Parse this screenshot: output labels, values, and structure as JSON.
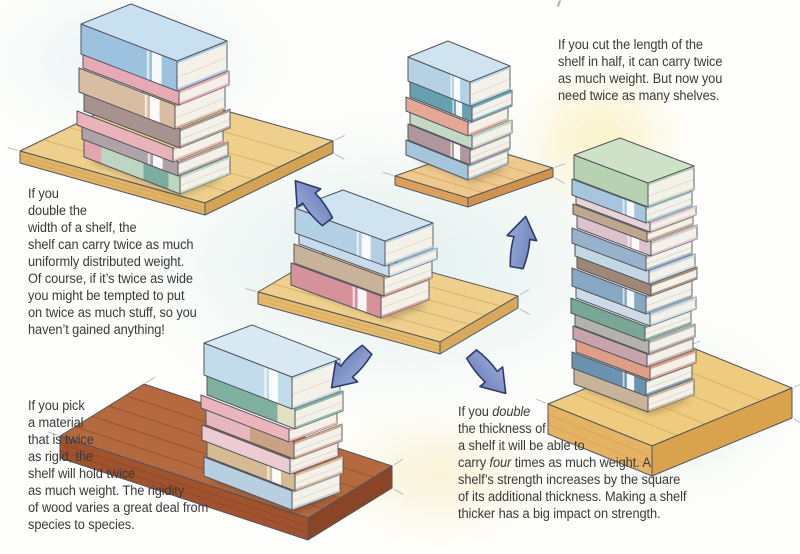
{
  "palette": {
    "pages": "#f4f1e9",
    "outline": "#53565e",
    "arrow_fill": "#6f83bd",
    "arrow_fill_light": "#97a9d6",
    "arrow_outline": "#2e3a69",
    "text": "#3a3a3a",
    "wash_blue": "#c9e4e2",
    "wash_yellow": "#f9edb2",
    "wash_green": "#d6eadb"
  },
  "captions": {
    "top_right": {
      "lines": [
        "If you cut the length of the",
        "shelf in half, it can carry twice",
        "as much weight. But now you",
        "need twice as many shelves."
      ]
    },
    "left": {
      "lines": [
        "If you",
        "double the",
        "width of a shelf, the",
        "shelf can carry twice as much",
        "uniformly distributed weight.",
        "Of course, if it’s twice as wide",
        "you might be tempted to put",
        "on twice as much stuff, so you",
        "haven’t gained anything!"
      ]
    },
    "bottom_left": {
      "lines": [
        "If you pick",
        "a material",
        "that is twice",
        "as rigid, the",
        "shelf will hold twice",
        "as much weight. The rigidity",
        "of wood varies a great deal from",
        "species to species."
      ]
    },
    "bottom_right": {
      "lines": [
        [
          {
            "t": "If you ",
            "i": false
          },
          {
            "t": "double",
            "i": true
          }
        ],
        [
          {
            "t": "the thickness of",
            "i": false
          }
        ],
        [
          {
            "t": "a shelf it will be able to",
            "i": false
          }
        ],
        [
          {
            "t": "carry ",
            "i": false
          },
          {
            "t": "four",
            "i": true
          },
          {
            "t": " times as much weight. A",
            "i": false
          }
        ],
        [
          {
            "t": "shelf’s strength increases by the square",
            "i": false
          }
        ],
        [
          {
            "t": "of its additional thickness. Making a shelf",
            "i": false
          }
        ],
        [
          {
            "t": "thicker has a big impact on strength.",
            "i": false
          }
        ]
      ]
    }
  },
  "arrows": [
    {
      "name": "arrow-to-top-left",
      "direction": "up-left"
    },
    {
      "name": "arrow-to-top-right",
      "direction": "up-right"
    },
    {
      "name": "arrow-to-bottom-left",
      "direction": "down-left"
    },
    {
      "name": "arrow-to-bottom-right",
      "direction": "down-right"
    }
  ],
  "stacks": [
    {
      "id": "top-left",
      "books": [
        {
          "color": "#9dc2e0",
          "cover_top": "#c9e0f0",
          "label": true,
          "h": 30
        },
        {
          "color": "#e7a9b4",
          "h": 14
        },
        {
          "color": "#d9bda2",
          "label": true,
          "h": 24
        },
        {
          "color": "#a7928f",
          "h": 19
        },
        {
          "color": "#e9b3ba",
          "h": 14
        },
        {
          "color": "#b1a2a9",
          "label": true,
          "h": 14
        },
        {
          "color": "#bcd6c1",
          "bands": [
            {
              "color": "#76ab9d",
              "f0": 0.12,
              "f1": 0.38
            },
            {
              "color": "#e5a3ae",
              "f0": 0.82,
              "f1": 1.0
            }
          ],
          "h": 18
        }
      ],
      "shelf": {
        "top": "#eecf8b",
        "front": "#e0b467",
        "end": "#d3a254",
        "grain": "#c1913e"
      }
    },
    {
      "id": "top-center",
      "books": [
        {
          "color": "#b5d2e4",
          "cover_top": "#d0e4ef",
          "label": true,
          "h": 24
        },
        {
          "color": "#67a1b1",
          "label": true,
          "h": 16
        },
        {
          "color": "#e6a795",
          "h": 14
        },
        {
          "color": "#c3d8c5",
          "h": 13
        },
        {
          "color": "#b0979e",
          "label": true,
          "h": 16
        },
        {
          "color": "#a5c6da",
          "h": 15
        }
      ],
      "shelf": {
        "top": "#eec88d",
        "front": "#dfa25c",
        "end": "#d1924d",
        "grain": "#c08c3e"
      }
    },
    {
      "id": "center",
      "books": [
        {
          "color": "#b3cfe4",
          "cover_top": "#d0e3f0",
          "label": true,
          "h": 25
        },
        {
          "color": "#c6dcec",
          "h": 11
        },
        {
          "color": "#c9b29a",
          "h": 19
        },
        {
          "color": "#d6929b",
          "label": true,
          "h": 22
        }
      ],
      "shelf": {
        "top": "#eecf8b",
        "front": "#e5ba6d",
        "end": "#d8a95c",
        "grain": "#c1913e"
      }
    },
    {
      "id": "right",
      "books": [
        {
          "color": "#b7d2b2",
          "cover_top": "#cfe2c8",
          "h": 24
        },
        {
          "color": "#a5c6dc",
          "label": true,
          "h": 16
        },
        {
          "color": "#e6d3d6",
          "h": 9
        },
        {
          "color": "#bfa78e",
          "h": 10
        },
        {
          "color": "#dcc3cb",
          "label": true,
          "h": 14
        },
        {
          "color": "#97b2ca",
          "h": 15
        },
        {
          "color": "#c2d6e3",
          "h": 13
        },
        {
          "color": "#9f8775",
          "h": 12
        },
        {
          "color": "#86a8c2",
          "label": true,
          "h": 18
        },
        {
          "color": "#cbdbe7",
          "h": 12
        },
        {
          "color": "#79a796",
          "h": 15
        },
        {
          "color": "#b3b3ab",
          "h": 13
        },
        {
          "color": "#c7a3ab",
          "h": 13
        },
        {
          "color": "#df9f87",
          "h": 13
        },
        {
          "color": "#6b92ae",
          "label": true,
          "h": 16
        },
        {
          "color": "#c7b397",
          "h": 16
        }
      ],
      "shelf": {
        "top": "#eecb7e",
        "front": "#e4b364",
        "end": "#d9a24d",
        "grain": "#c1913e"
      }
    },
    {
      "id": "bottom-left",
      "books": [
        {
          "color": "#c3dcec",
          "cover_top": "#d9e9f3",
          "label": true,
          "h": 32
        },
        {
          "color": "#7fb0a0",
          "bands": [
            {
              "color": "#e9e3c4",
              "f0": 0.0,
              "f1": 0.2
            }
          ],
          "h": 20
        },
        {
          "color": "#eab5bd",
          "h": 13
        },
        {
          "color": "#c9a284",
          "bands": [
            {
              "color": "#e8b9c1",
              "f0": 0.5,
              "f1": 1.0
            }
          ],
          "h": 17
        },
        {
          "color": "#eccbd2",
          "h": 15
        },
        {
          "color": "#d6ba94",
          "label": true,
          "h": 17
        },
        {
          "color": "#b7cfe0",
          "h": 19
        }
      ],
      "shelf": {
        "top": "#b4693e",
        "front": "#a0522c",
        "end": "#8a4526",
        "grain": "#7c3a1c"
      }
    }
  ]
}
